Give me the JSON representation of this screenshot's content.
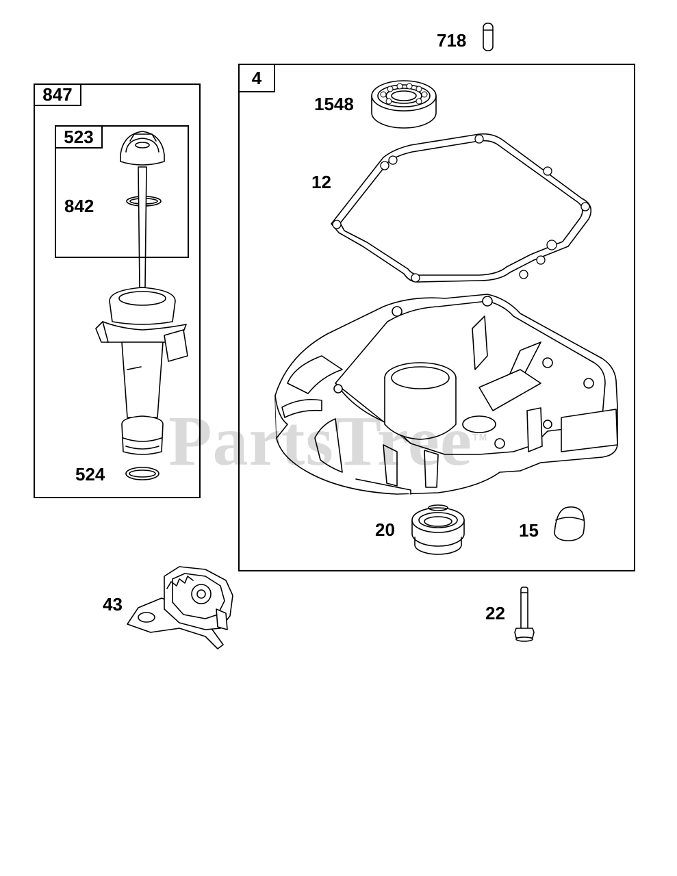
{
  "diagram": {
    "watermark": "PartsTree",
    "watermark_tm": "TM",
    "groups": [
      {
        "id": "847",
        "children": [
          "523",
          "524"
        ]
      },
      {
        "id": "523",
        "children": [
          "842"
        ]
      },
      {
        "id": "4",
        "children": [
          "1548",
          "12",
          "20",
          "15"
        ]
      }
    ],
    "parts": [
      {
        "number": "718",
        "icon": "pin-icon"
      },
      {
        "number": "1548",
        "icon": "ball-bearing-icon"
      },
      {
        "number": "12",
        "icon": "gasket-icon"
      },
      {
        "number": "842",
        "icon": "o-ring-icon"
      },
      {
        "number": "524",
        "icon": "o-ring-icon"
      },
      {
        "number": "20",
        "icon": "oil-seal-icon"
      },
      {
        "number": "15",
        "icon": "cap-icon"
      },
      {
        "number": "43",
        "icon": "governor-gear-icon"
      },
      {
        "number": "22",
        "icon": "bolt-icon"
      }
    ]
  }
}
